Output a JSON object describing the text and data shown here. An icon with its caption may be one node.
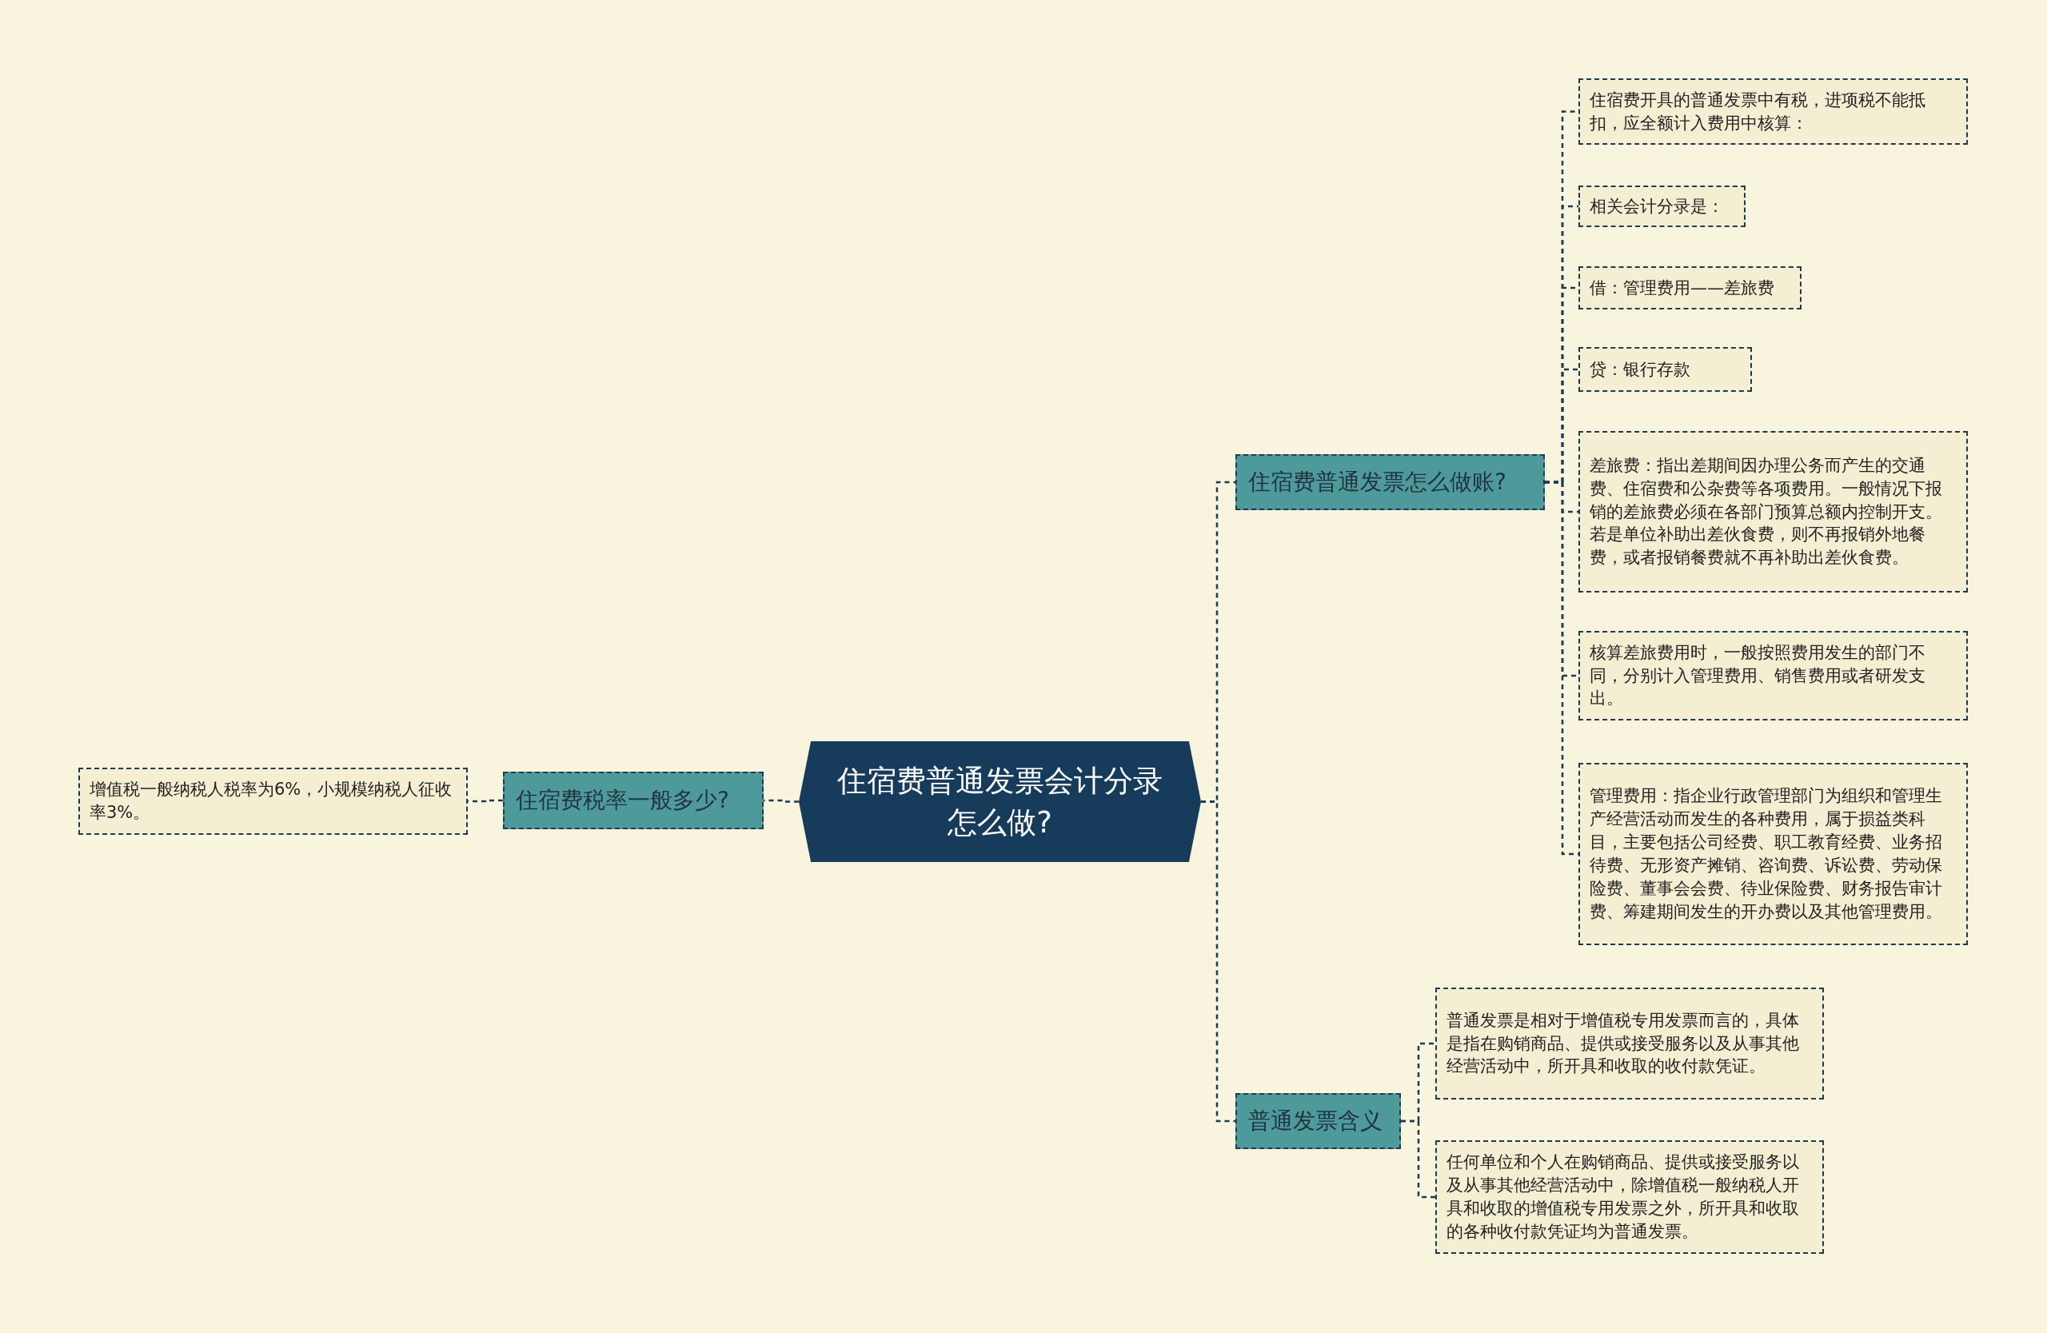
{
  "diagram": {
    "nodes": [
      {
        "text": [
          "住宿费普通发票会计分录怎么做?"
        ]
      },
      {
        "text": [
          "住宿费普通发票怎么做账?"
        ]
      },
      {
        "text": [
          "住宿费开具的普通发票中有税，进项税不能抵扣，应全额计入费用中核算："
        ]
      },
      {
        "text": [
          "相关会计分录是："
        ]
      },
      {
        "text": [
          "借：管理费用——差旅费"
        ]
      },
      {
        "text": [
          "贷：银行存款"
        ]
      },
      {
        "text": [
          "差旅费：指出差期间因办理公务而产生的交通费、住宿费和公杂费等各项费用。一般情况下报销的差旅费必须在各部门预算总额内控制开支。若是单位补助出差伙食费，则不再报销外地餐费，或者报销餐费就不再补助出差伙食费。"
        ]
      },
      {
        "text": [
          "核算差旅费用时，一般按照费用发生的部门不同，分别计入管理费用、销售费用或者研发支出。"
        ]
      },
      {
        "text": [
          "管理费用：指企业行政管理部门为组织和管理生产经营活动而发生的各种费用，属于损益类科目，主要包括公司经费、职工教育经费、业务招待费、无形资产摊销、咨询费、诉讼费、劳动保险费、董事会会费、待业保险费、财务报告审计费、筹建期间发生的开办费以及其他管理费用。"
        ]
      },
      {
        "text": [
          "普通发票含义"
        ]
      },
      {
        "text": [
          "普通发票是相对于增值税专用发票而言的，具体是指在购销商品、提供或接受服务以及从事其他经营活动中，所开具和收取的收付款凭证。"
        ]
      },
      {
        "text": [
          "任何单位和个人在购销商品、提供或接受服务以及从事其他经营活动中，除增值税一般纳税人开具和收取的增值税专用发票之外，所开具和收取的各种收付款凭证均为普通发票。"
        ]
      },
      {
        "text": [
          "住宿费税率一般多少?"
        ]
      },
      {
        "text": [
          "增值税一般纳税人税率为6%，小规模纳税人征收率3%。"
        ]
      }
    ],
    "edges": [
      {
        "from": 0,
        "to": 1,
        "arrow": "none"
      },
      {
        "from": 0,
        "to": 9,
        "arrow": "none"
      },
      {
        "from": 0,
        "to": 12,
        "arrow": "none"
      },
      {
        "from": 1,
        "to": 2,
        "arrow": "none"
      },
      {
        "from": 1,
        "to": 3,
        "arrow": "none"
      },
      {
        "from": 1,
        "to": 4,
        "arrow": "none"
      },
      {
        "from": 1,
        "to": 5,
        "arrow": "none"
      },
      {
        "from": 1,
        "to": 6,
        "arrow": "none"
      },
      {
        "from": 1,
        "to": 7,
        "arrow": "none"
      },
      {
        "from": 1,
        "to": 8,
        "arrow": "none"
      },
      {
        "from": 9,
        "to": 10,
        "arrow": "none"
      },
      {
        "from": 9,
        "to": 11,
        "arrow": "none"
      },
      {
        "from": 12,
        "to": 13,
        "arrow": "none"
      }
    ]
  }
}
